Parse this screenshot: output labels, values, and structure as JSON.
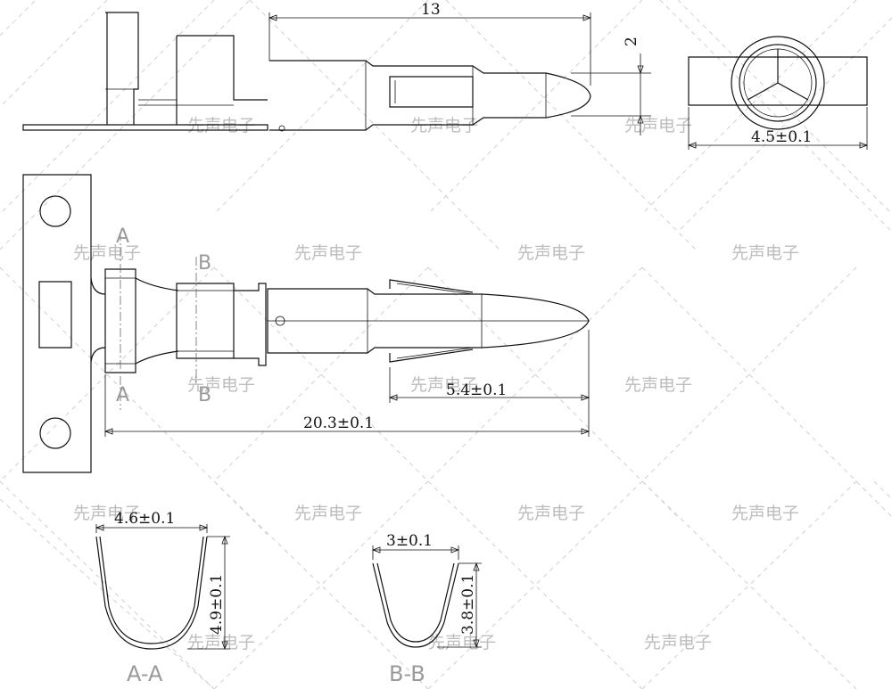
{
  "dimensions": {
    "top_length": "13",
    "top_height": "2",
    "end_width": "4.5±0.1",
    "contact_length": "5.4±0.1",
    "total_length": "20.3±0.1",
    "section_a_width": "4.6±0.1",
    "section_a_height": "4.9±0.1",
    "section_b_width": "3±0.1",
    "section_b_height": "3.8±0.1"
  },
  "section_marks": {
    "a": "A",
    "b": "B"
  },
  "section_labels": {
    "a": "A-A",
    "b": "B-B"
  },
  "watermark": "先声电子"
}
